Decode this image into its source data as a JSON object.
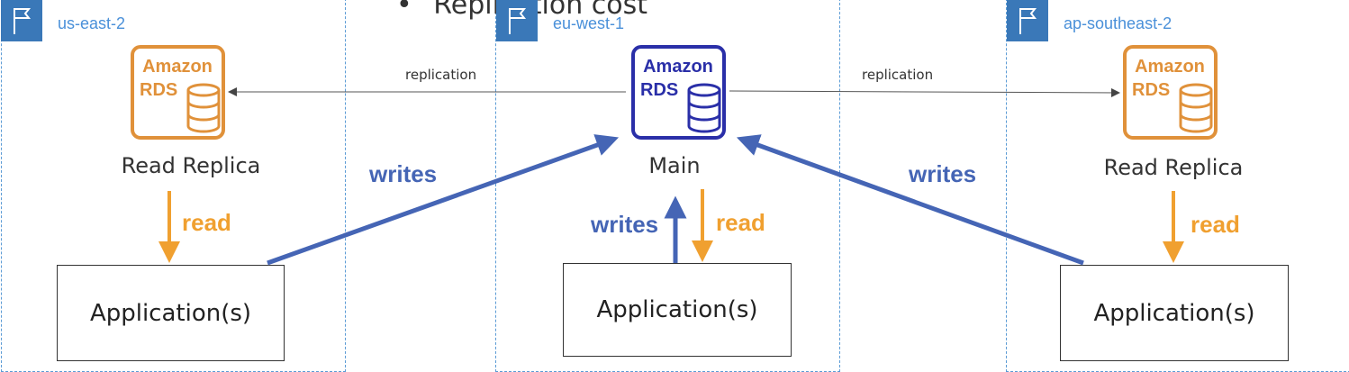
{
  "bullet": {
    "marker": "•",
    "text": "Replication cost"
  },
  "regions": [
    {
      "name": "us-east-2"
    },
    {
      "name": "eu-west-1"
    },
    {
      "name": "ap-southeast-2"
    }
  ],
  "databases": [
    {
      "icon_text_1": "Amazon",
      "icon_text_2": "RDS",
      "label": "Read Replica",
      "color": "#e0913a"
    },
    {
      "icon_text_1": "Amazon",
      "icon_text_2": "RDS",
      "label": "Main",
      "color": "#2a2fa8"
    },
    {
      "icon_text_1": "Amazon",
      "icon_text_2": "RDS",
      "label": "Read Replica",
      "color": "#e0913a"
    }
  ],
  "replication": {
    "left": "replication",
    "right": "replication"
  },
  "apps": [
    "Application(s)",
    "Application(s)",
    "Application(s)"
  ],
  "tags": {
    "read_left": "read",
    "read_center": "read",
    "read_right": "read",
    "writes_left": "writes",
    "writes_center": "writes",
    "writes_right": "writes"
  },
  "colors": {
    "read": "#f0a030",
    "writes": "#4565b5",
    "region_border": "#5b9bd5",
    "flag": "#3a78b8"
  }
}
